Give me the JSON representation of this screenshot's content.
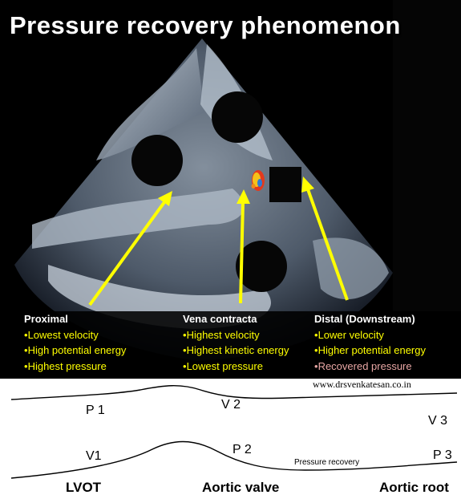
{
  "title": "Pressure  recovery  phenomenon",
  "proximal": {
    "heading": "Proximal",
    "items": [
      "Lowest  velocity",
      "High potential energy",
      "Highest pressure"
    ]
  },
  "vena_contracta": {
    "heading": "Vena contracta",
    "items": [
      "Highest velocity",
      "Highest kinetic  energy",
      "Lowest pressure"
    ]
  },
  "distal": {
    "heading": "Distal (Downstream)",
    "items": [
      "Lower  velocity",
      "Higher potential energy",
      "Recovered pressure"
    ]
  },
  "website": "www.drsvenkatesan.co.in",
  "diagram_labels": {
    "p1": "P 1",
    "v2": "V 2",
    "v3": "V 3",
    "v1": "V1",
    "p2": "P 2",
    "pressure_recovery": "Pressure recovery",
    "p3": "P 3"
  },
  "regions": {
    "lvot": "LVOT",
    "aortic_valve": "Aortic valve",
    "aortic_root": "Aortic root"
  },
  "colors": {
    "arrow": "#ffff00",
    "item_text": "#ffff00",
    "recovered_text": "#e7a6a4",
    "panel_background": "#000000"
  }
}
